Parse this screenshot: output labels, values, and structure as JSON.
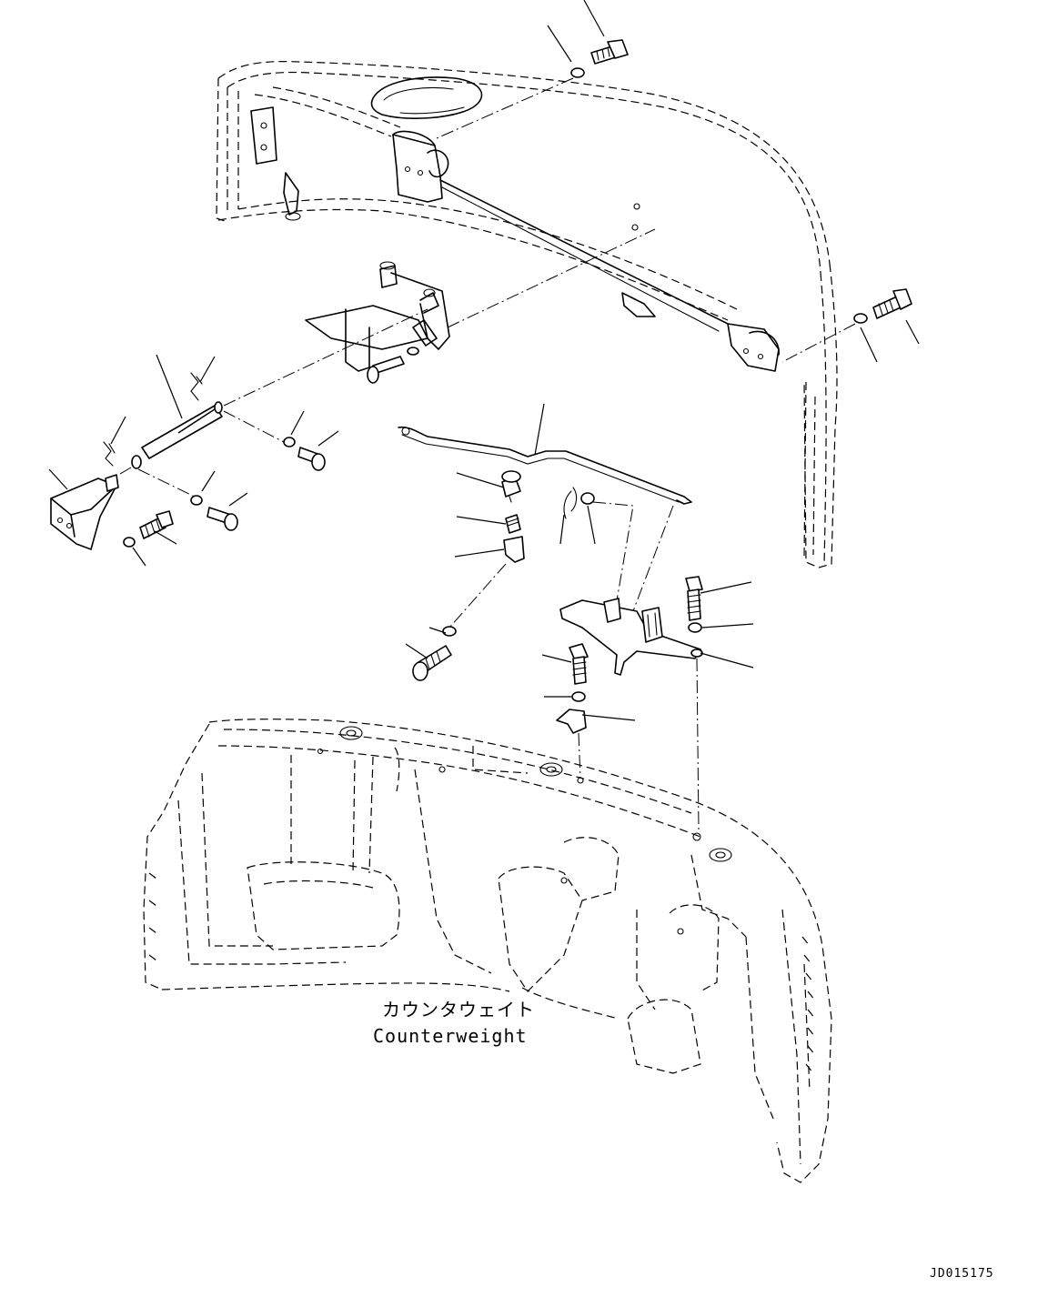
{
  "diagram": {
    "part_label_jp": "カウンタウェイト",
    "part_label_en": "Counterweight",
    "drawing_code": "JD015175"
  }
}
